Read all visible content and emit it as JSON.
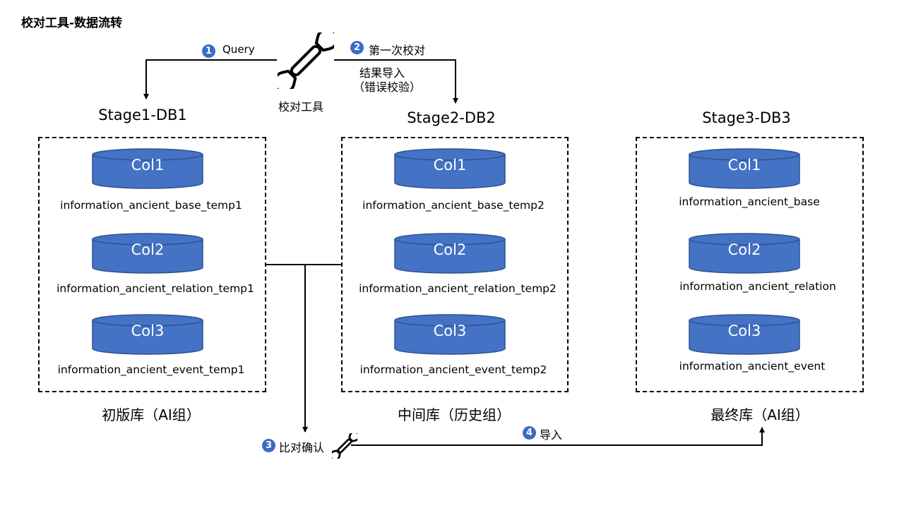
{
  "title": "校对工具-数据流转",
  "tool": {
    "label": "校对工具"
  },
  "steps": [
    {
      "num": "1",
      "label": "Query"
    },
    {
      "num": "2",
      "label": "第一次校对"
    },
    {
      "num": "3",
      "label": "比对确认"
    },
    {
      "num": "4",
      "label": "导入"
    }
  ],
  "import_note": {
    "line1": "结果导入",
    "line2": "（错误校验）"
  },
  "stages": [
    {
      "title": "Stage1-DB1",
      "caption": "初版库（AI组）",
      "collections": [
        {
          "label": "Col1",
          "name": "information_ancient_base_temp1"
        },
        {
          "label": "Col2",
          "name": "information_ancient_relation_temp1"
        },
        {
          "label": "Col3",
          "name": "information_ancient_event_temp1"
        }
      ]
    },
    {
      "title": "Stage2-DB2",
      "caption": "中间库（历史组）",
      "collections": [
        {
          "label": "Col1",
          "name": "information_ancient_base_temp2"
        },
        {
          "label": "Col2",
          "name": "information_ancient_relation_temp2"
        },
        {
          "label": "Col3",
          "name": "information_ancient_event_temp2"
        }
      ]
    },
    {
      "title": "Stage3-DB3",
      "caption": "最终库（AI组）",
      "collections": [
        {
          "label": "Col1",
          "name": "information_ancient_base"
        },
        {
          "label": "Col2",
          "name": "information_ancient_relation"
        },
        {
          "label": "Col3",
          "name": "information_ancient_event"
        }
      ]
    }
  ],
  "colors": {
    "cylinder_fill": "#4472c4",
    "cylinder_stroke": "#2f528f",
    "badge": "#3a6bc7"
  }
}
